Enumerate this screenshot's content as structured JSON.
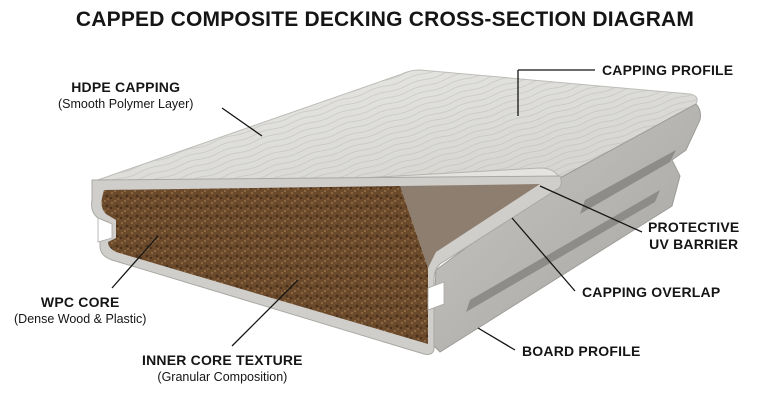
{
  "title": "CAPPED COMPOSITE DECKING CROSS-SECTION DIAGRAM",
  "labels": {
    "hdpe_capping": {
      "main": "HDPE CAPPING",
      "sub": "(Smooth Polymer Layer)"
    },
    "capping_profile": {
      "main": "CAPPING PROFILE"
    },
    "protective_uv_barrier": {
      "line1": "PROTECTIVE",
      "line2": "UV BARRIER"
    },
    "capping_overlap": {
      "main": "CAPPING OVERLAP"
    },
    "board_profile": {
      "main": "BOARD PROFILE"
    },
    "wpc_core": {
      "main": "WPC CORE",
      "sub": "(Dense Wood & Plastic)"
    },
    "inner_core_texture": {
      "main": "INNER CORE TEXTURE",
      "sub": "(Granular Composition)"
    }
  },
  "colors": {
    "capping": "#d9d8d4",
    "capping_shadow": "#a9a8a3",
    "core": "#6b4a2c",
    "wood_layer": "#7a5a43",
    "text": "#151515"
  }
}
